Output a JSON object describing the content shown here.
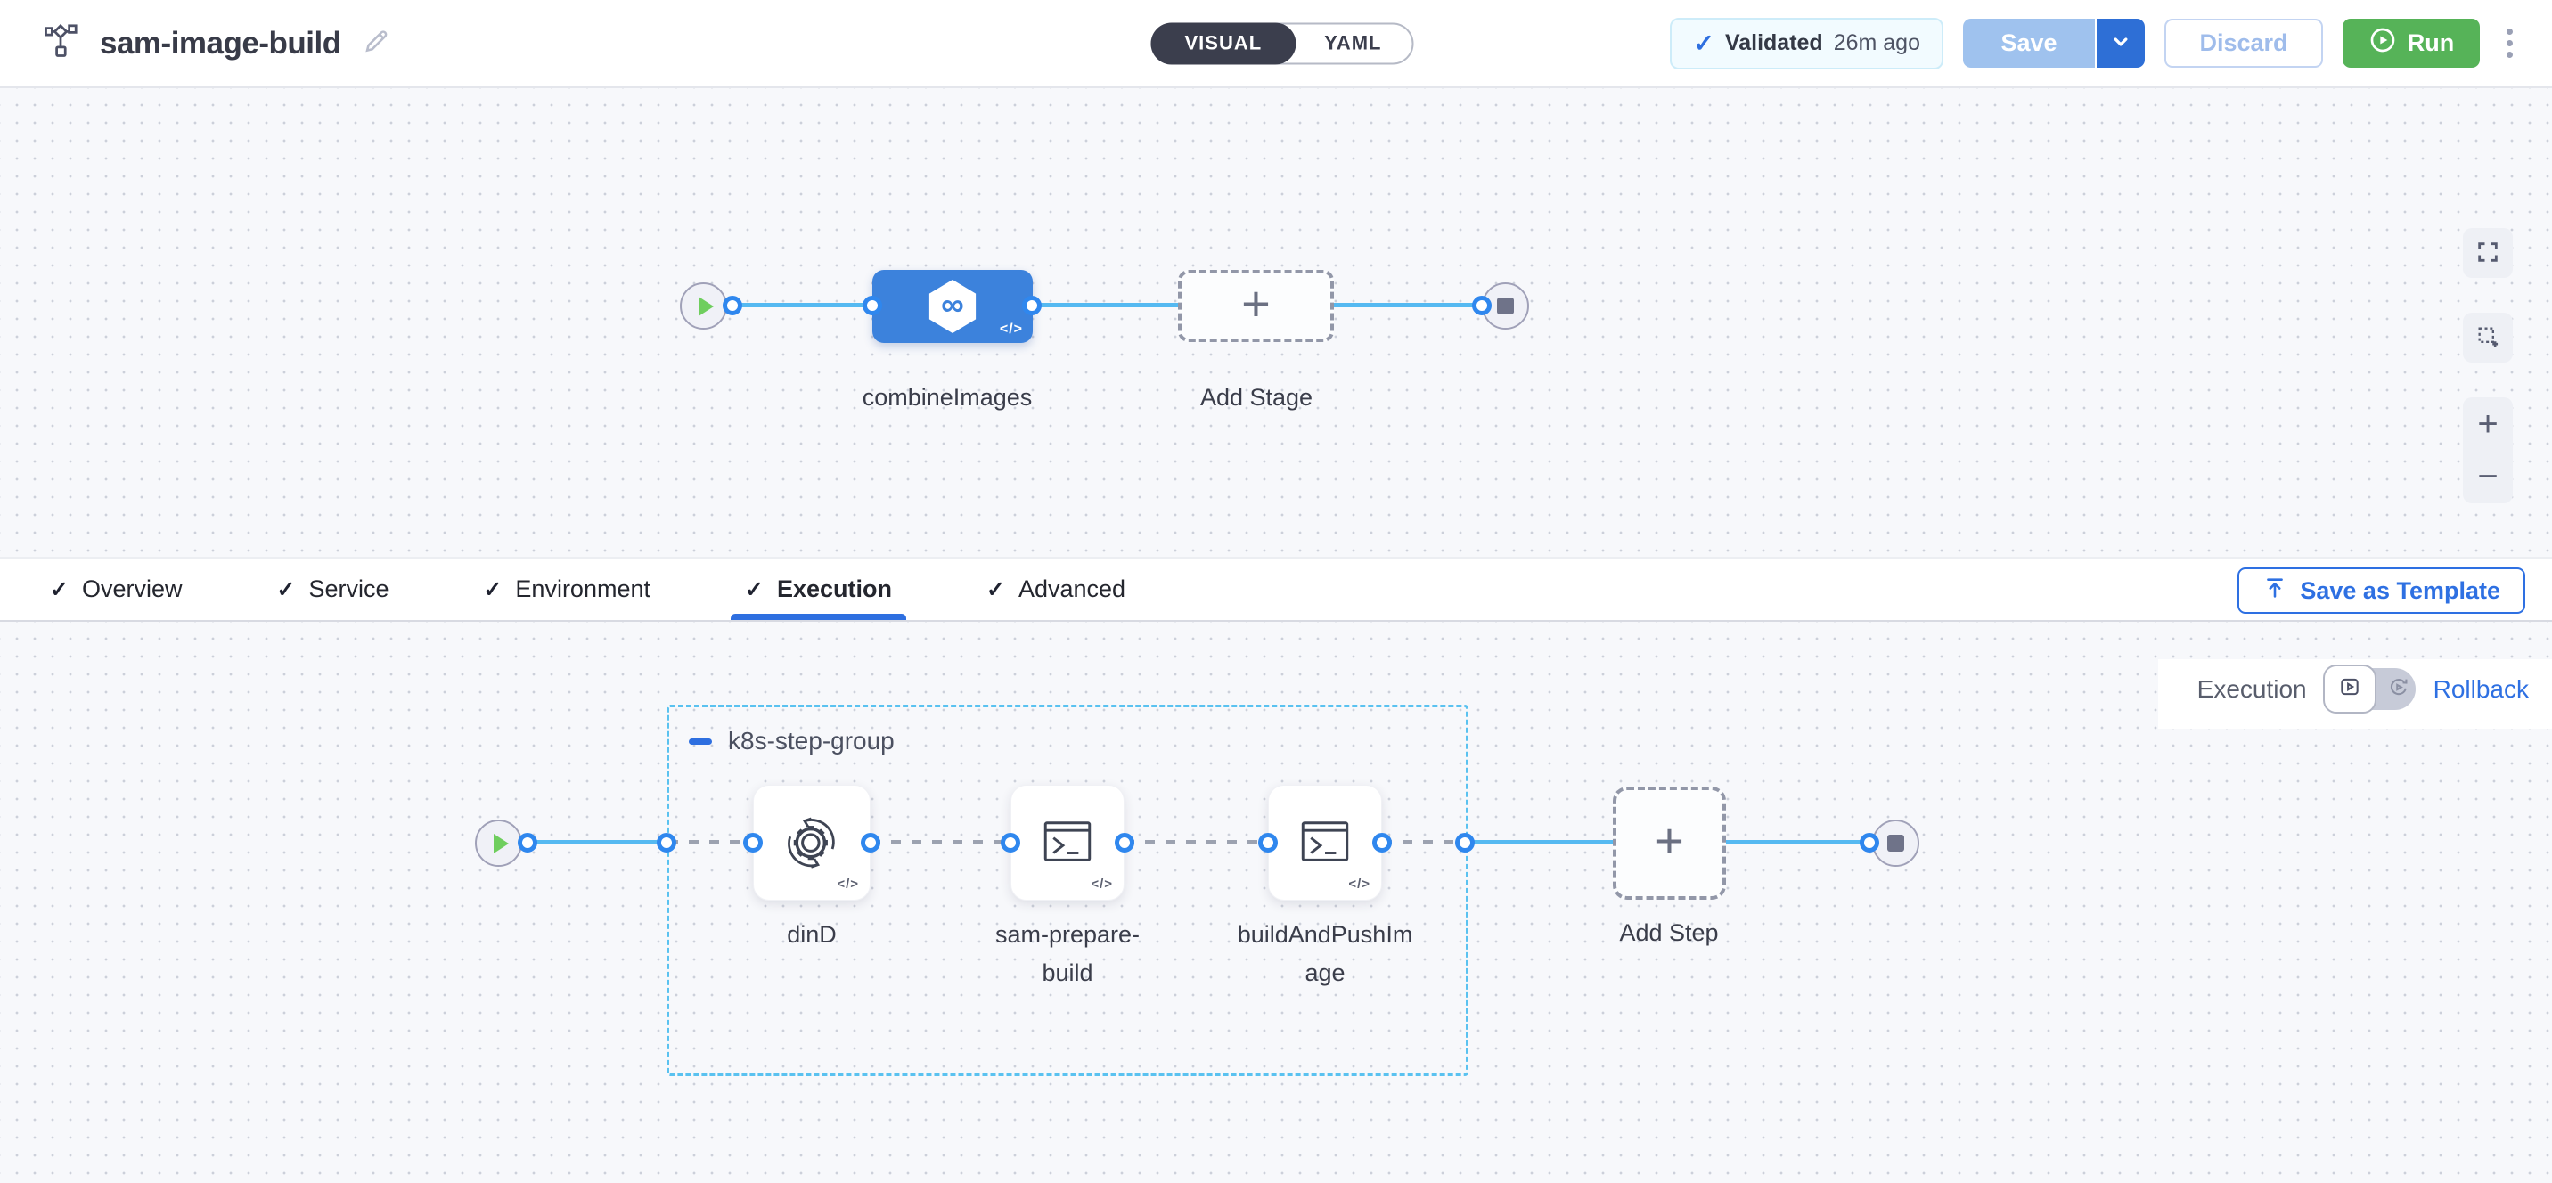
{
  "header": {
    "pipeline_title": "sam-image-build",
    "mode_toggle": {
      "visual": "VISUAL",
      "yaml": "YAML"
    },
    "validated_badge": {
      "label": "Validated",
      "time": "26m ago"
    },
    "save_button": "Save",
    "discard_button": "Discard",
    "run_button": "Run"
  },
  "stage_canvas": {
    "stage_label": "combineImages",
    "add_stage_label": "Add Stage"
  },
  "tabs": {
    "items": [
      {
        "label": "Overview"
      },
      {
        "label": "Service"
      },
      {
        "label": "Environment"
      },
      {
        "label": "Execution"
      },
      {
        "label": "Advanced"
      }
    ],
    "active_tab": "Execution",
    "save_as_template_button": "Save as Template"
  },
  "execution": {
    "mode_label": "Execution",
    "rollback_link": "Rollback",
    "group_label": "k8s-step-group",
    "steps": [
      {
        "name": "dinD",
        "label_lines": [
          "dinD"
        ],
        "icon": "gear-sync-icon"
      },
      {
        "name": "sam-prepare-build",
        "label_lines": [
          "sam-prepare-",
          "build"
        ],
        "icon": "terminal-icon"
      },
      {
        "name": "buildAndPushImage",
        "label_lines": [
          "buildAndPushIm",
          "age"
        ],
        "icon": "terminal-icon"
      }
    ],
    "add_step_label": "Add Step"
  },
  "icons": {
    "plus": "+",
    "zoom_in": "+",
    "zoom_out": "−",
    "check": "✓",
    "infinity": "∞",
    "code": "</>"
  },
  "colors": {
    "accent_blue": "#2e6fe0",
    "stage_blue": "#3c82dc",
    "flow_line_blue": "#55b9f1",
    "connector_ring_blue": "#2f87ee",
    "group_dash_blue": "#5ac2f0",
    "run_green": "#56b358",
    "toggle_dark": "#3b3e4d",
    "canvas_bg": "#f7f8fb"
  }
}
